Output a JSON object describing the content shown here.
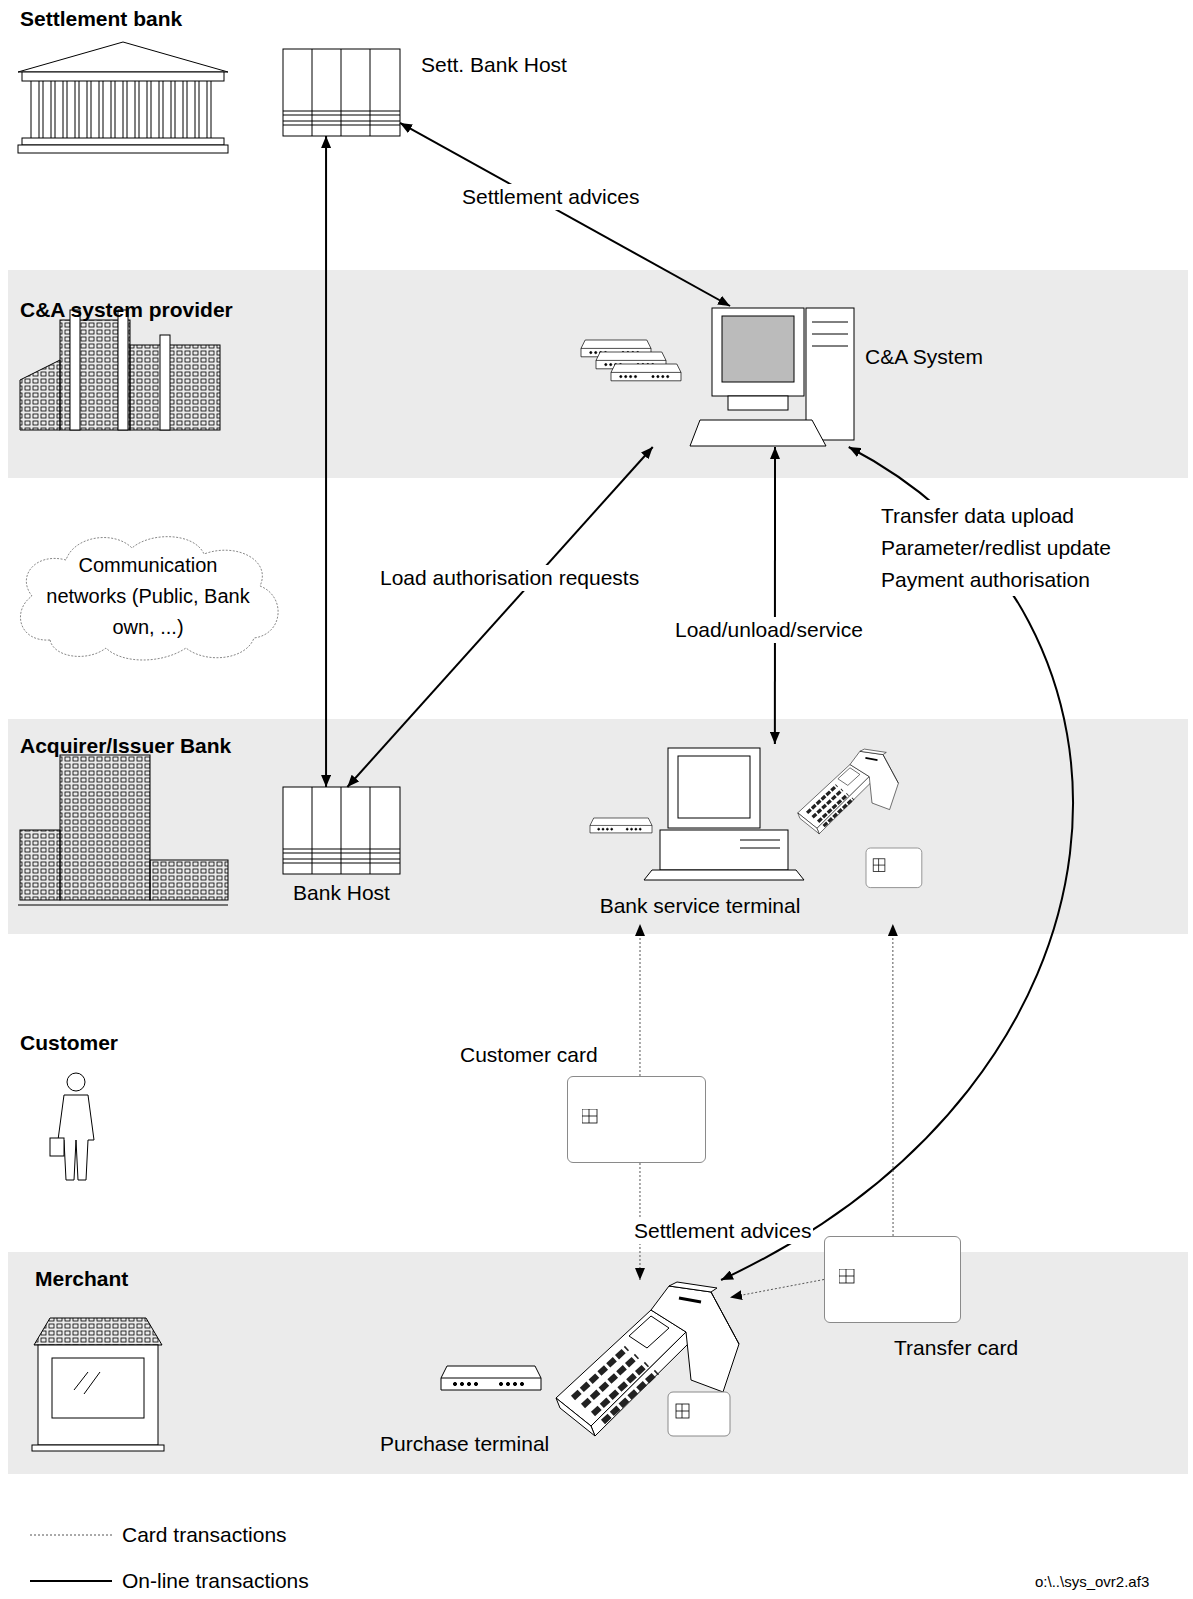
{
  "diagram": {
    "nodes": [
      {
        "text": [
          "Settlement bank"
        ]
      },
      {
        "text": [
          "Sett. Bank Host"
        ],
        "in": 0
      },
      {
        "text": [
          "C&A system provider"
        ]
      },
      {
        "text": [
          "C&A System"
        ],
        "in": 2
      },
      {
        "text": [
          "Communication networks (Public, Bank own, ...)"
        ]
      },
      {
        "text": [
          "Acquirer/Issuer Bank"
        ]
      },
      {
        "text": [
          "Bank Host"
        ],
        "in": 5
      },
      {
        "text": [
          "Bank service terminal"
        ],
        "in": 5
      },
      {
        "text": [
          "Customer"
        ]
      },
      {
        "text": [
          "Customer card"
        ],
        "in": 8
      },
      {
        "text": [
          "Merchant"
        ]
      },
      {
        "text": [
          "Purchase terminal"
        ],
        "in": 10
      },
      {
        "text": [
          "Transfer card"
        ],
        "in": 10
      }
    ],
    "edges": [
      {
        "from": 1,
        "to": 3,
        "label": "Settlement advices",
        "arrow": "both"
      },
      {
        "from": 1,
        "to": 6,
        "arrow": "both"
      },
      {
        "from": 3,
        "to": 6,
        "label": "Load authorisation requests",
        "arrow": "both"
      },
      {
        "from": 3,
        "to": 7,
        "label": "Load/unload/service",
        "arrow": "both"
      },
      {
        "from": 3,
        "to": 11,
        "label": "Transfer data upload Parameter/redlist update Payment authorisation",
        "arrow": "both"
      },
      {
        "from": 9,
        "to": 7,
        "arrow": "to"
      },
      {
        "from": 9,
        "to": 11,
        "arrow": "to"
      },
      {
        "from": 12,
        "to": 11,
        "arrow": "to"
      },
      {
        "from": 12,
        "to": 7,
        "arrow": "to"
      }
    ],
    "labels": [
      "Settlement advices",
      "o:\\..\\sys_ovr2.af3"
    ],
    "legend": [
      {
        "text": "Card transactions"
      },
      {
        "text": "On-line transactions"
      }
    ]
  }
}
